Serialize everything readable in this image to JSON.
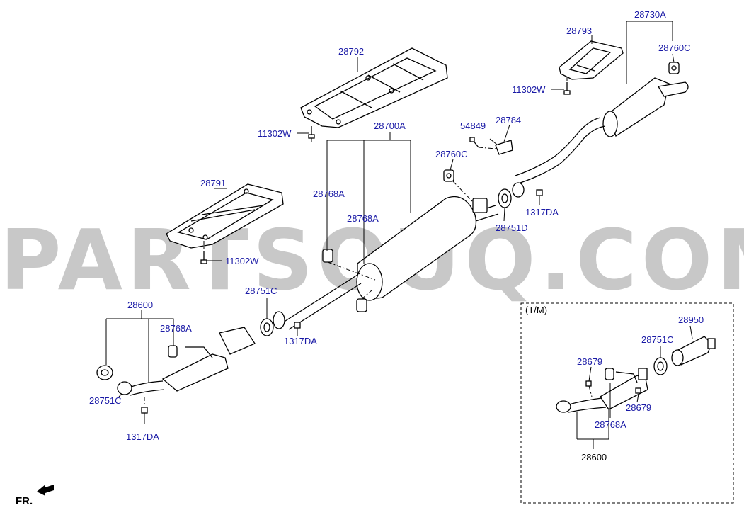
{
  "watermark": "PARTSOUQ.COM",
  "inset_title": "(T/M)",
  "direction_label": "FR.",
  "colors": {
    "label": "#1a1aa6",
    "line": "#000000",
    "watermark": "#c8c8c8"
  },
  "labels": {
    "l28730A": "28730A",
    "l28793": "28793",
    "l28760C_top": "28760C",
    "l11302W_top": "11302W",
    "l28792": "28792",
    "l11302W_mid": "11302W",
    "l28700A": "28700A",
    "l54849": "54849",
    "l28784": "28784",
    "l28760C_mid": "28760C",
    "l28768A_a": "28768A",
    "l28791": "28791",
    "l28768A_b": "28768A",
    "l1317DA_right": "1317DA",
    "l28751D": "28751D",
    "l11302W_low": "11302W",
    "l28751C_mid": "28751C",
    "l28600": "28600",
    "l28768A_c": "28768A",
    "l1317DA_mid": "1317DA",
    "l28751C_left": "28751C",
    "l1317DA_left": "1317DA",
    "l28950": "28950",
    "l28751C_inset": "28751C",
    "l28679_a": "28679",
    "l28679_b": "28679",
    "l28768A_inset": "28768A",
    "l28600_inset": "28600"
  }
}
